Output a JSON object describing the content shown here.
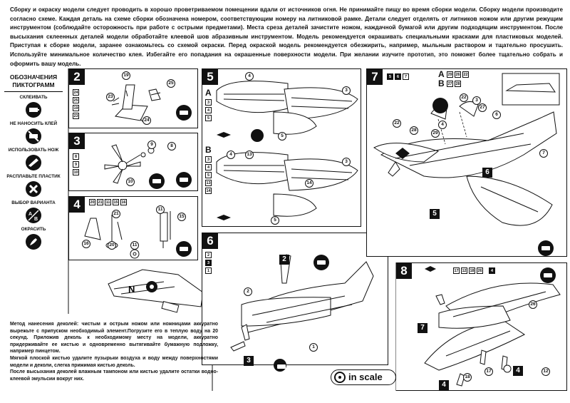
{
  "intro_text": "Сборку и окраску модели следует проводить в хорошо проветриваемом помещении вдали от источников огня. Не принимайте пищу во время сборки модели. Сборку модели производите согласно схеме. Каждая деталь на схеме сборки обозначена номером, соответствующим номеру на литниковой рамке. Детали следует отделять от литников ножом или другим режущим инструментом (соблюдайте осторожность при работе с острыми предметами). Места среза деталей зачистите ножом, наждачной бумагой или другим подходящим инструментом. После высыхания склеенных деталей модели обработайте клеевой шов абразивным инструментом. Модель рекомендуется окрашивать специальными красками для пластиковых моделей. Приступая к сборке модели, заранее ознакомьтесь со схемой окраски. Перед окраской модель рекомендуется обезжирить, например, мыльным раствором и тщательно просушить. Используйте минимальное количество клея. Избегайте его попадания на окрашенные поверхности модели. При желании изучите прототип, это поможет более тщательно собрать и оформить вашу модель.",
  "legend": {
    "title": "ОБОЗНАЧЕНИЯ ПИКТОГРАММ",
    "items": [
      {
        "label": "СКЛЕИВАТЬ",
        "icon": "glue-icon"
      },
      {
        "label": "НЕ НАНОСИТЬ КЛЕЙ",
        "icon": "no-glue-icon"
      },
      {
        "label": "ИСПОЛЬЗОВАТЬ НОЖ",
        "icon": "knife-icon"
      },
      {
        "label": "РАСПЛАВЬТЕ ПЛАСТИК",
        "icon": "melt-plastic-icon"
      },
      {
        "label": "ВЫБОР ВАРИАНТА",
        "icon": "variant-choice-icon"
      },
      {
        "label": "ОКРАСИТЬ",
        "icon": "paint-icon"
      }
    ]
  },
  "steps": {
    "s2": {
      "num": "2",
      "boxes": [
        "24",
        "25",
        "19",
        "23"
      ],
      "callouts": [
        "19",
        "25",
        "23",
        "24"
      ]
    },
    "s3": {
      "num": "3",
      "boxes": [
        "8",
        "9",
        "10"
      ],
      "callouts": [
        "9",
        "8",
        "10"
      ]
    },
    "s4": {
      "num": "4",
      "boxes": [
        "20",
        "21",
        "11",
        "15",
        "16"
      ],
      "callouts": [
        "21",
        "11",
        "15",
        "16",
        "20",
        "11"
      ]
    },
    "s5": {
      "num": "5",
      "variant_a": "A",
      "variant_b": "B",
      "boxes_a": [
        "3",
        "4",
        "5"
      ],
      "boxes_b": [
        "3",
        "4",
        "5",
        "13",
        "14"
      ],
      "callouts_a": [
        "4",
        "3",
        "5"
      ],
      "callouts_b": [
        "4",
        "13",
        "3",
        "14",
        "5"
      ]
    },
    "s6": {
      "num": "6",
      "boxes": [
        "2",
        "3",
        "1"
      ],
      "callouts": [
        "2",
        "1"
      ],
      "labels": [
        "2",
        "3"
      ]
    },
    "s7": {
      "num": "7",
      "boxes": [
        "5",
        "6",
        "7"
      ],
      "variant_a": "A",
      "variant_b": "B",
      "boxes_a": [
        "29",
        "26",
        "22"
      ],
      "boxes_b": [
        "27",
        "28"
      ],
      "callouts": [
        "4",
        "3",
        "22",
        "27",
        "22",
        "28",
        "29",
        "6",
        "7"
      ],
      "labels": [
        "6",
        "5"
      ]
    },
    "s8": {
      "num": "8",
      "boxes": [
        "17",
        "12",
        "18",
        "26",
        "4"
      ],
      "callouts": [
        "26",
        "18",
        "17",
        "12"
      ],
      "labels": [
        "7",
        "4",
        "4"
      ]
    }
  },
  "decal_text": [
    "Метод нанесения деколей: чистым и острым ножом или ножницами аккуратно вырежьте с припуском необходимый элемент.Погрузите его в теплую воду на 20 секунд. Приложив деколь к необходимому месту на модели, аккуратно придерживайте ее кистью и одновременно вытягивайте бумажную подложку, например пинцетом.",
    "Мягкой плоской кистью удалите пузырьки воздуха и воду между поверхностями модели и деколи, слегка прижимая кистью деколь.",
    "После высыхания деколей влажным тампоном или кистью удалите остатки водно-клеевой эмульсии вокруг них."
  ],
  "brand": "in scale"
}
